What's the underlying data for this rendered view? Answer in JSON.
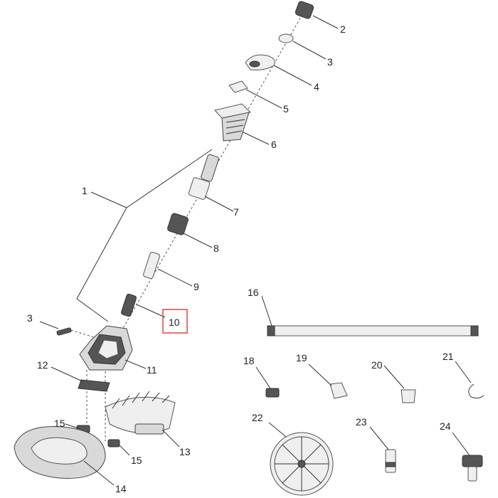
{
  "labels": {
    "n1": "1",
    "n2": "2",
    "n3a": "3",
    "n3b": "3",
    "n4": "4",
    "n5": "5",
    "n6": "6",
    "n7": "7",
    "n8": "8",
    "n9": "9",
    "n10": "10",
    "n11": "11",
    "n12": "12",
    "n13": "13",
    "n14": "14",
    "n15a": "15",
    "n15b": "15",
    "n16": "16",
    "n18": "18",
    "n19": "19",
    "n20": "20",
    "n21": "21",
    "n22": "22",
    "n23": "23",
    "n24": "24"
  },
  "highlighted_label": "10",
  "colors": {
    "highlight": "#e0473f",
    "part_fill": "#d9d9d9",
    "line": "#333333"
  }
}
